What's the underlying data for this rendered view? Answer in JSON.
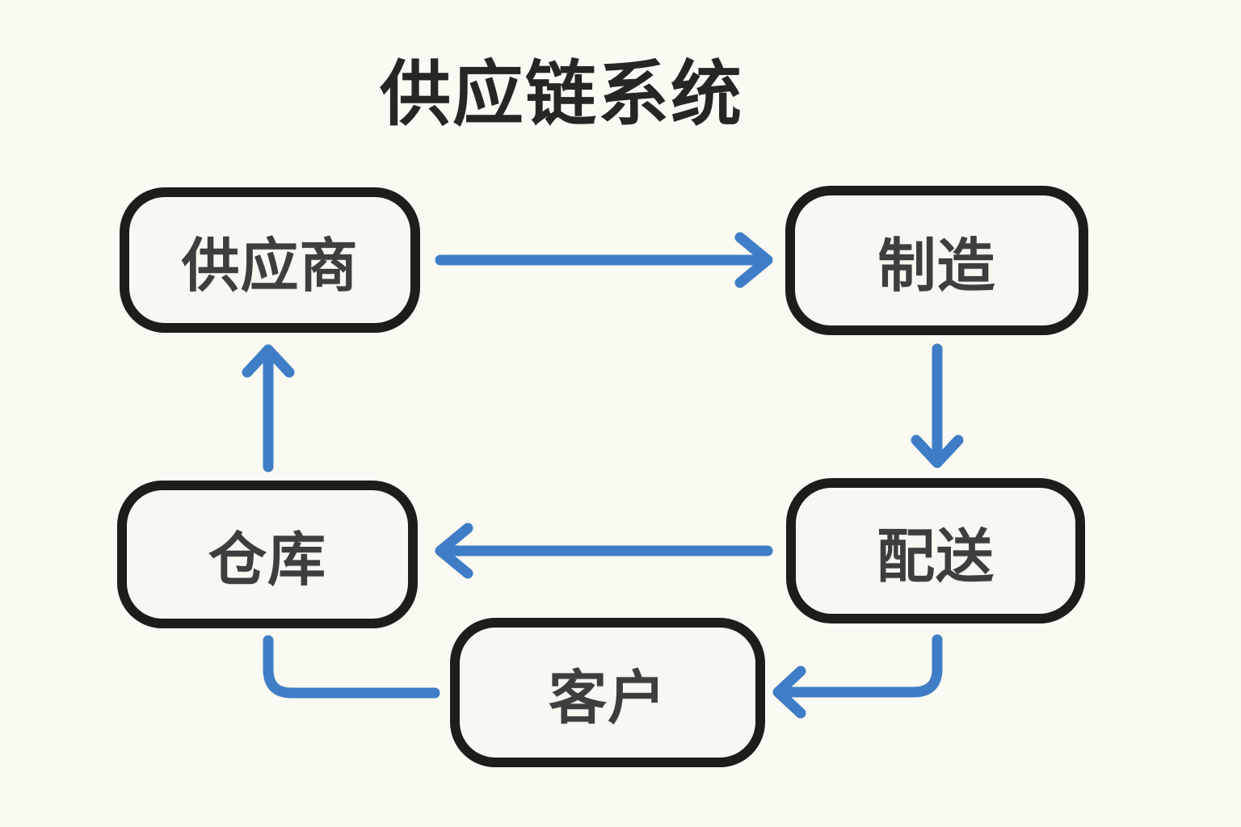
{
  "title": "供应链系统",
  "nodes": [
    {
      "id": "supplier",
      "label": "供应商"
    },
    {
      "id": "manufacturing",
      "label": "制造"
    },
    {
      "id": "warehouse",
      "label": "仓库"
    },
    {
      "id": "distribution",
      "label": "配送"
    },
    {
      "id": "customer",
      "label": "客户"
    }
  ],
  "edges": [
    {
      "from": "供应商",
      "to": "制造",
      "style": "straight-right",
      "arrowhead": true
    },
    {
      "from": "制造",
      "to": "配送",
      "style": "straight-down",
      "arrowhead": true
    },
    {
      "from": "配送",
      "to": "仓库",
      "style": "straight-left",
      "arrowhead": true
    },
    {
      "from": "配送",
      "to": "客户",
      "style": "elbow-down-left",
      "arrowhead": true
    },
    {
      "from": "客户",
      "to": "仓库",
      "style": "elbow-left-up",
      "arrowhead": false
    },
    {
      "from": "仓库",
      "to": "供应商",
      "style": "straight-up",
      "arrowhead": true
    }
  ],
  "colors": {
    "background": "#faf9f2",
    "node_border": "#1d1d1a",
    "node_fill": "#f8f7f1",
    "node_text": "#3e3e3e",
    "title_text": "#262624",
    "arrow": "#3f7dc6"
  }
}
